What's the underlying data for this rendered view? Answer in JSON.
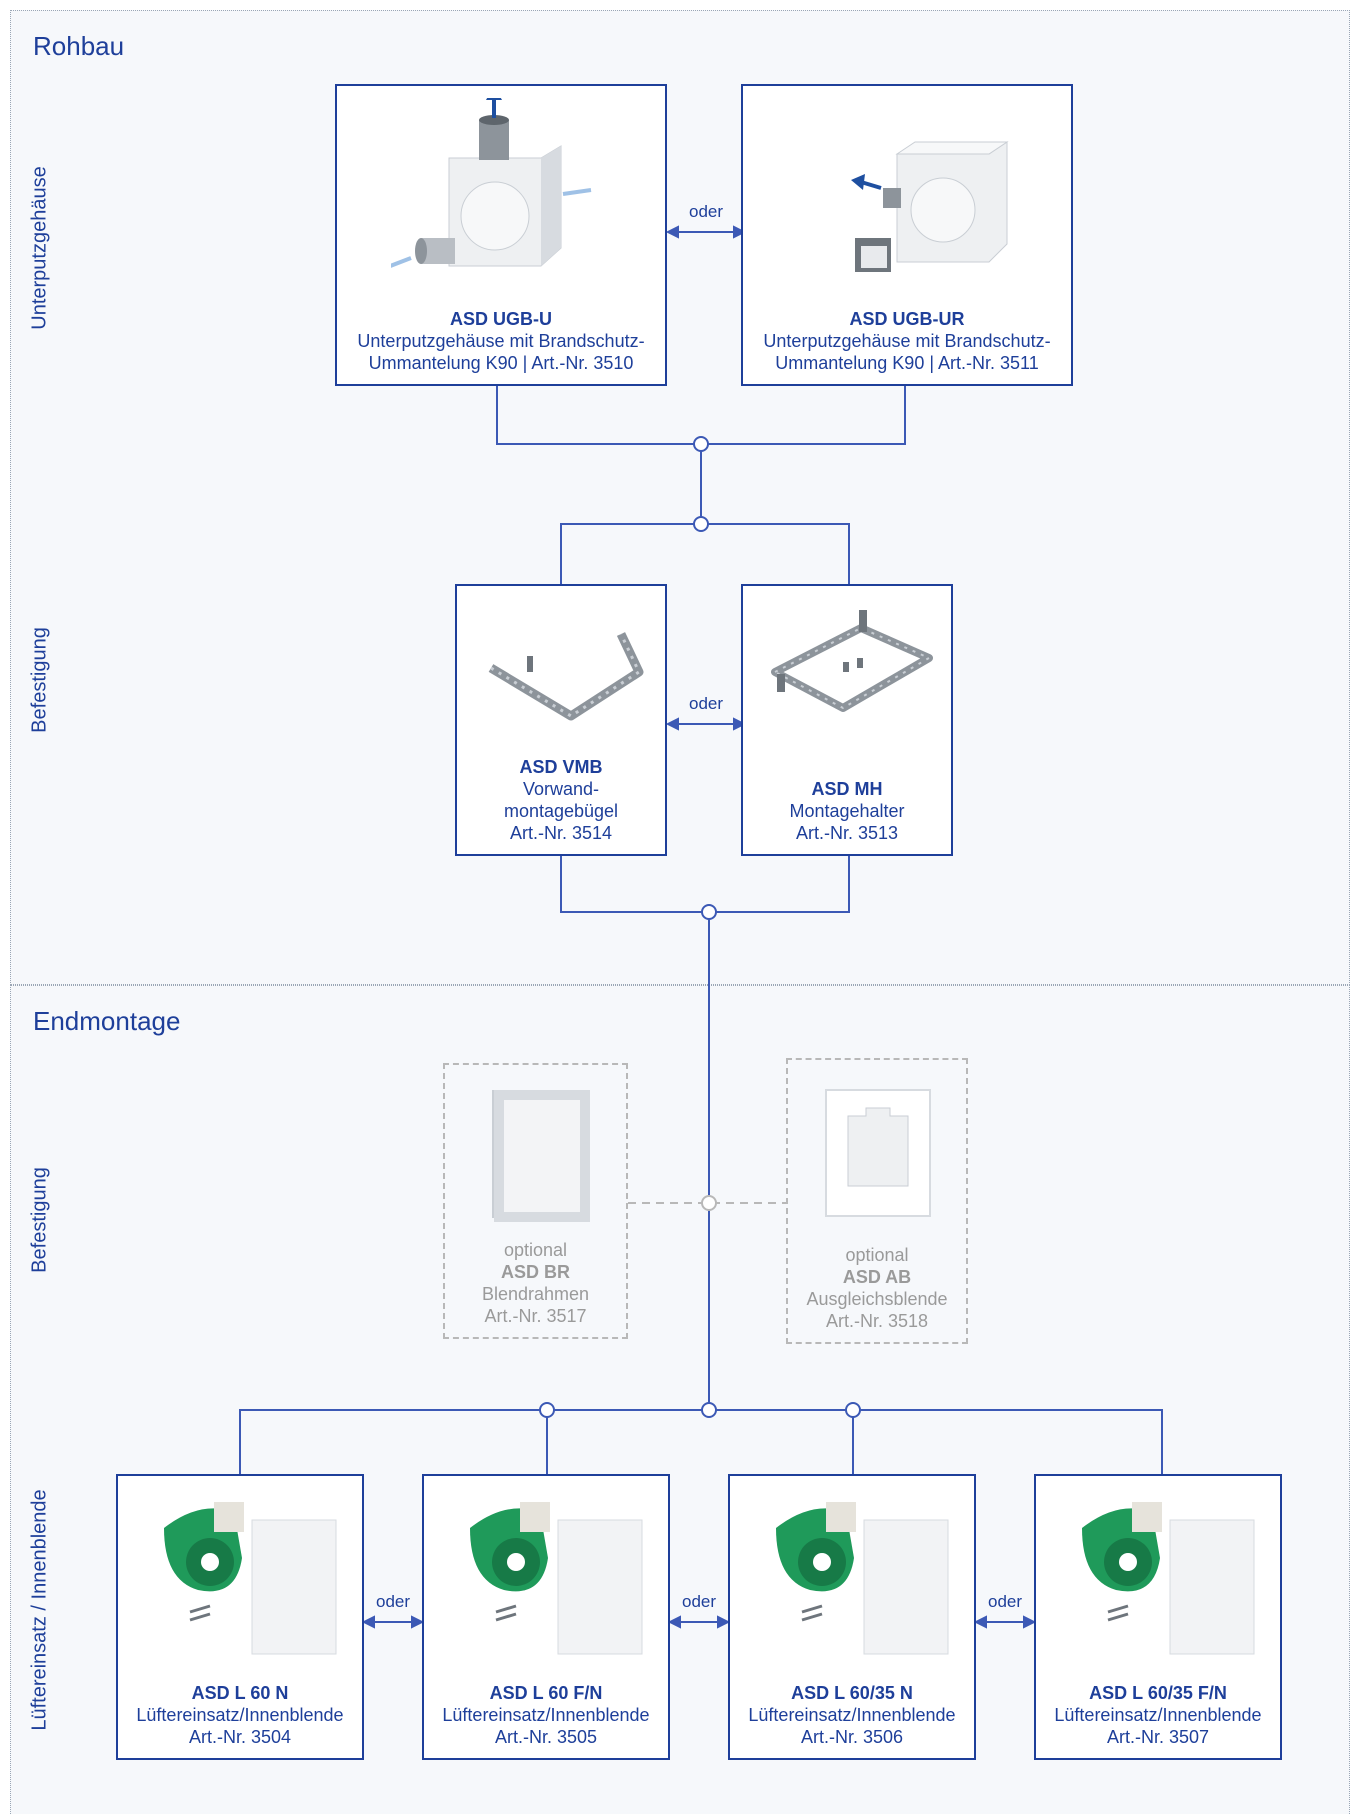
{
  "sections": {
    "rohbau": {
      "title": "Rohbau"
    },
    "endmontage": {
      "title": "Endmontage"
    }
  },
  "side_labels": {
    "unterputzgehaeuse": "Unterputzgehäuse",
    "befestigung_1": "Befestigung",
    "befestigung_2": "Befestigung",
    "luefter": "Lüftereinsatz / Innenblende"
  },
  "connector_label": "oder",
  "housings": [
    {
      "name": "ASD UGB-U",
      "desc1": "Unterputzgehäuse mit Brandschutz-",
      "desc2": "Ummantelung K90 | Art.-Nr. 3510"
    },
    {
      "name": "ASD UGB-UR",
      "desc1": "Unterputzgehäuse mit Brandschutz-",
      "desc2": "Ummantelung K90 | Art.-Nr. 3511"
    }
  ],
  "mounts": [
    {
      "name": "ASD VMB",
      "desc1": "Vorwand-",
      "desc2": "montagebügel",
      "desc3": "Art.-Nr. 3514"
    },
    {
      "name": "ASD MH",
      "desc1": "Montagehalter",
      "desc2": "Art.-Nr. 3513"
    }
  ],
  "optionals": [
    {
      "prefix": "optional",
      "name": "ASD BR",
      "desc1": "Blendrahmen",
      "desc2": "Art.-Nr. 3517"
    },
    {
      "prefix": "optional",
      "name": "ASD AB",
      "desc1": "Ausgleichsblende",
      "desc2": "Art.-Nr. 3518"
    }
  ],
  "fans": [
    {
      "name": "ASD L 60 N",
      "desc1": "Lüftereinsatz/Innenblende",
      "desc2": "Art.-Nr. 3504"
    },
    {
      "name": "ASD L 60 F/N",
      "desc1": "Lüftereinsatz/Innenblende",
      "desc2": "Art.-Nr. 3505"
    },
    {
      "name": "ASD L 60/35 N",
      "desc1": "Lüftereinsatz/Innenblende",
      "desc2": "Art.-Nr. 3506"
    },
    {
      "name": "ASD L 60/35 F/N",
      "desc1": "Lüftereinsatz/Innenblende",
      "desc2": "Art.-Nr. 3507"
    }
  ],
  "colors": {
    "primary": "#1e3f9a",
    "line": "#3c59b5",
    "optional": "#9a9a9a",
    "fan_green": "#1f9a5a"
  }
}
